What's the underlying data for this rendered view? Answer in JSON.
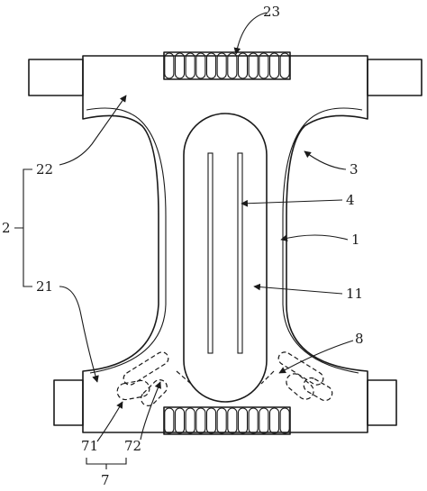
{
  "labels": {
    "l23": "23",
    "l22": "22",
    "l2": "2",
    "l21": "21",
    "l3": "3",
    "l4": "4",
    "l1": "1",
    "l11": "11",
    "l8": "8",
    "l71": "71",
    "l72": "72",
    "l7": "7"
  },
  "colors": {
    "line": "#1a1a1a",
    "background": "#ffffff"
  }
}
